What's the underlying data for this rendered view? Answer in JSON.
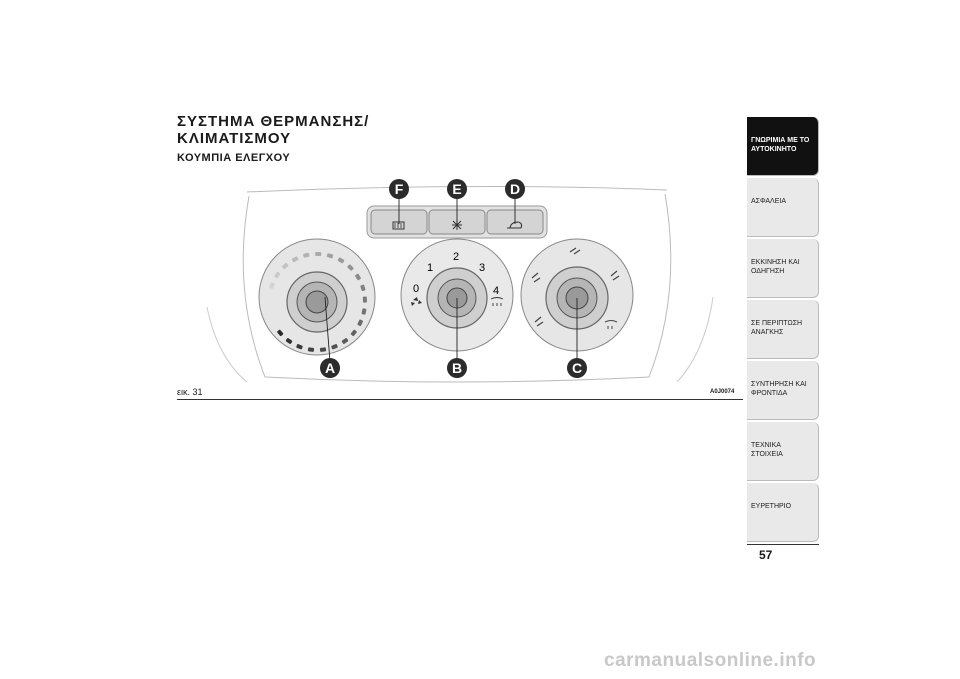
{
  "heading": {
    "title_line1": "ΣΥΣΤΗΜΑ ΘΕΡΜΑΝΣΗΣ/",
    "title_line2": "ΚΛΙΜΑΤΙΣΜΟΥ",
    "subtitle": "ΚΟΥΜΠΙΑ ΕΛΕΓΧΟΥ"
  },
  "figure": {
    "label": "εικ. 31",
    "code": "A0J0074",
    "callouts": {
      "A": "A",
      "B": "B",
      "C": "C",
      "D": "D",
      "E": "E",
      "F": "F"
    },
    "fan_scale": {
      "n0": "0",
      "n1": "1",
      "n2": "2",
      "n3": "3",
      "n4": "4"
    }
  },
  "sidebar": {
    "tabs": [
      {
        "line1": "ΓΝΩΡΙΜΙΑ ΜΕ ΤΟ",
        "line2": "ΑΥΤΟΚΙΝΗΤΟ"
      },
      {
        "line1": "ΑΣΦΑΛΕΙΑ",
        "line2": ""
      },
      {
        "line1": "ΕΚΚΙΝΗΣΗ ΚΑΙ",
        "line2": "ΟΔΗΓΗΣΗ"
      },
      {
        "line1": "ΣΕ ΠΕΡΙΠΤΩΣΗ",
        "line2": "ΑΝΑΓΚΗΣ"
      },
      {
        "line1": "ΣΥΝΤΗΡΗΣΗ ΚΑΙ",
        "line2": "ΦΡΟΝΤΙΔΑ"
      },
      {
        "line1": "ΤΕΧΝΙΚΑ ΣΤΟΙΧΕΙΑ",
        "line2": ""
      },
      {
        "line1": "ΕΥΡΕΤΗΡΙΟ",
        "line2": ""
      }
    ]
  },
  "page_number": "57",
  "watermark": "carmanualsonline.info",
  "colors": {
    "callout": "#2b2b2b",
    "tab_active": "#111111",
    "tab": "#e9e9e9"
  }
}
